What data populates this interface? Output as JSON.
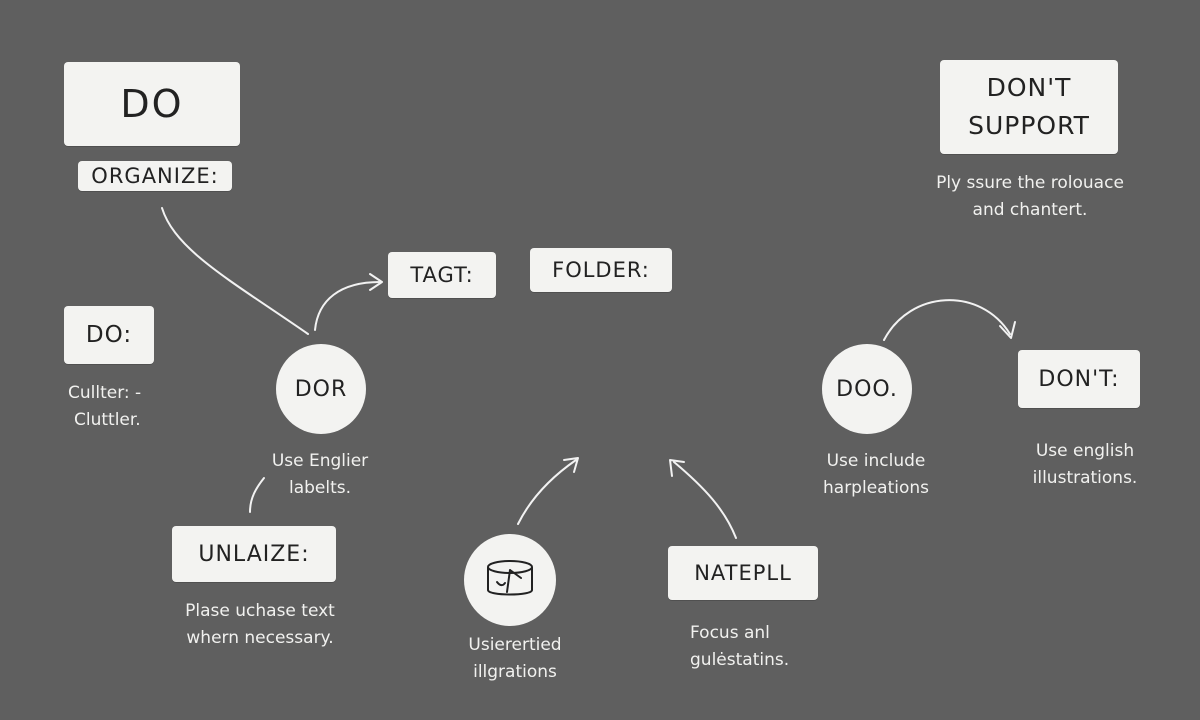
{
  "headings": {
    "do_main": "DO",
    "organize": "ORGANIZE:",
    "dont_support_line1": "DON'T",
    "dont_support_line2": "SUPPORT",
    "tagt": "TAGT:",
    "folder": "FOLDER:",
    "do_colon": "DO:",
    "unlaize": "UNLAIZE:",
    "natepll": "NATEPLL",
    "dont_colon": "DON'T:"
  },
  "circles": {
    "dor": "DOR",
    "doo": "DOO.",
    "icon": "chart-icon"
  },
  "notes": {
    "ply_line1": "Ply ssure the rolouace",
    "ply_line2": "and chantert.",
    "clutter_line1": "Cullter: -",
    "clutter_line2": "Cluttler.",
    "use_engl_line1": "Use Englier",
    "use_engl_line2": "labelts.",
    "plase_line1": "Plase uchase text",
    "plase_line2": "whern necessary.",
    "usier_line1": "Usierertied",
    "usier_line2": "illgrations",
    "focus_line1": "Focus anl",
    "focus_line2": "gulėstatins.",
    "use_include_line1": "Use include",
    "use_include_line2": "harpleations",
    "use_english_line1": "Use english",
    "use_english_line2": "illustrations."
  },
  "colors": {
    "background": "#5f5f5f",
    "card": "#f3f3f1",
    "ink": "#222222",
    "chalk": "#f1f1ef"
  }
}
